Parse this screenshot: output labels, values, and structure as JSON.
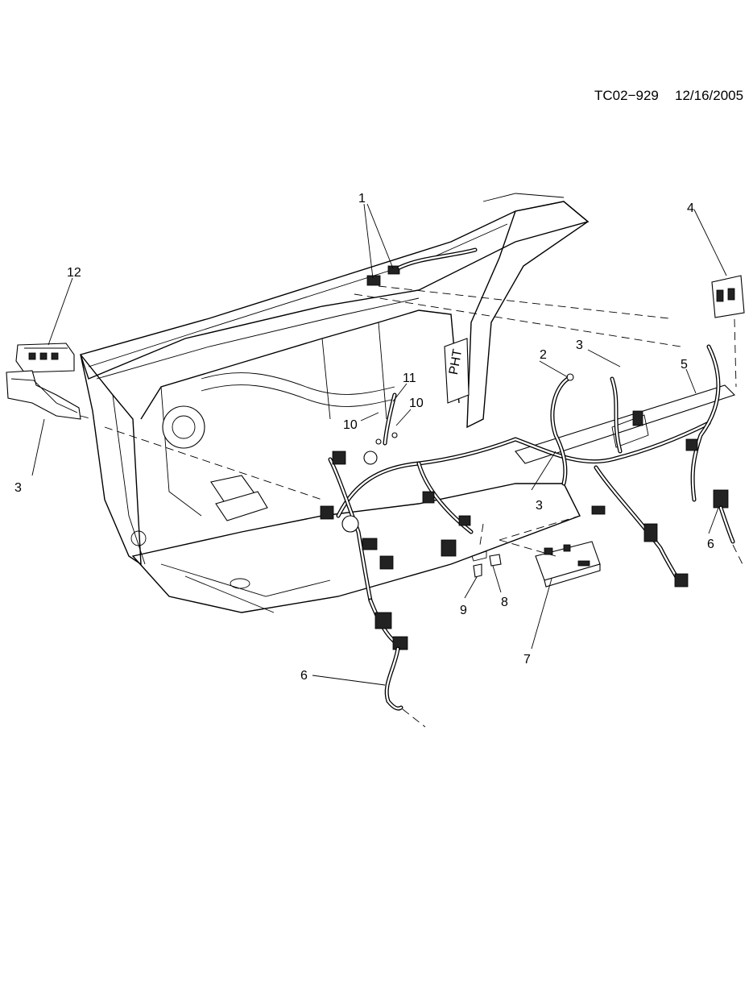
{
  "header": {
    "drawing_code": "TC02−929",
    "date": "12/16/2005"
  },
  "callouts": {
    "c1": "1",
    "c2": "2",
    "c3a": "3",
    "c3b": "3",
    "c3c": "3",
    "c4": "4",
    "c5": "5",
    "c6a": "6",
    "c6b": "6",
    "c7": "7",
    "c8": "8",
    "c9": "9",
    "c10a": "10",
    "c10b": "10",
    "c11": "11",
    "c12": "12"
  },
  "bracket_marking": "PHT"
}
